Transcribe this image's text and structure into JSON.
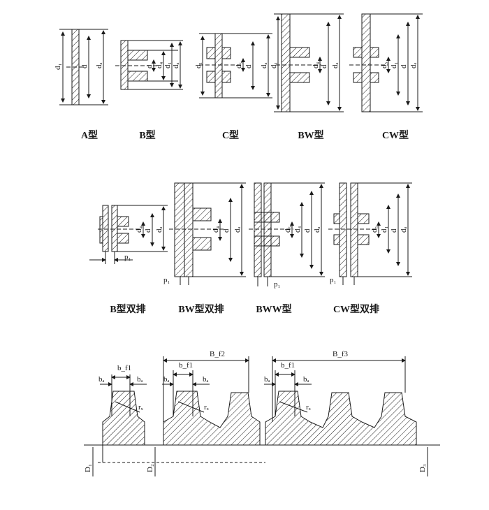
{
  "labels": {
    "a": "A型",
    "b": "B型",
    "c": "C型",
    "bw": "BW型",
    "cw": "CW型",
    "b_double": "B型双排",
    "bw_double": "BW型双排",
    "bww": "BWW型",
    "cw_double": "CW型双排"
  },
  "dims": {
    "d": "d",
    "d1": "d₁",
    "d4": "d₄",
    "d5": "d₅",
    "da": "dₐ",
    "p1": "p₁",
    "ba": "bₐ",
    "bf1": "b_f1",
    "bf2": "B_f2",
    "bf3": "B_f3",
    "rx": "rₓ",
    "D1": "D₁",
    "D2": "D₂",
    "D3": "D₃"
  },
  "colors": {
    "ink": "#1a1a1a",
    "paper": "#ffffff"
  }
}
